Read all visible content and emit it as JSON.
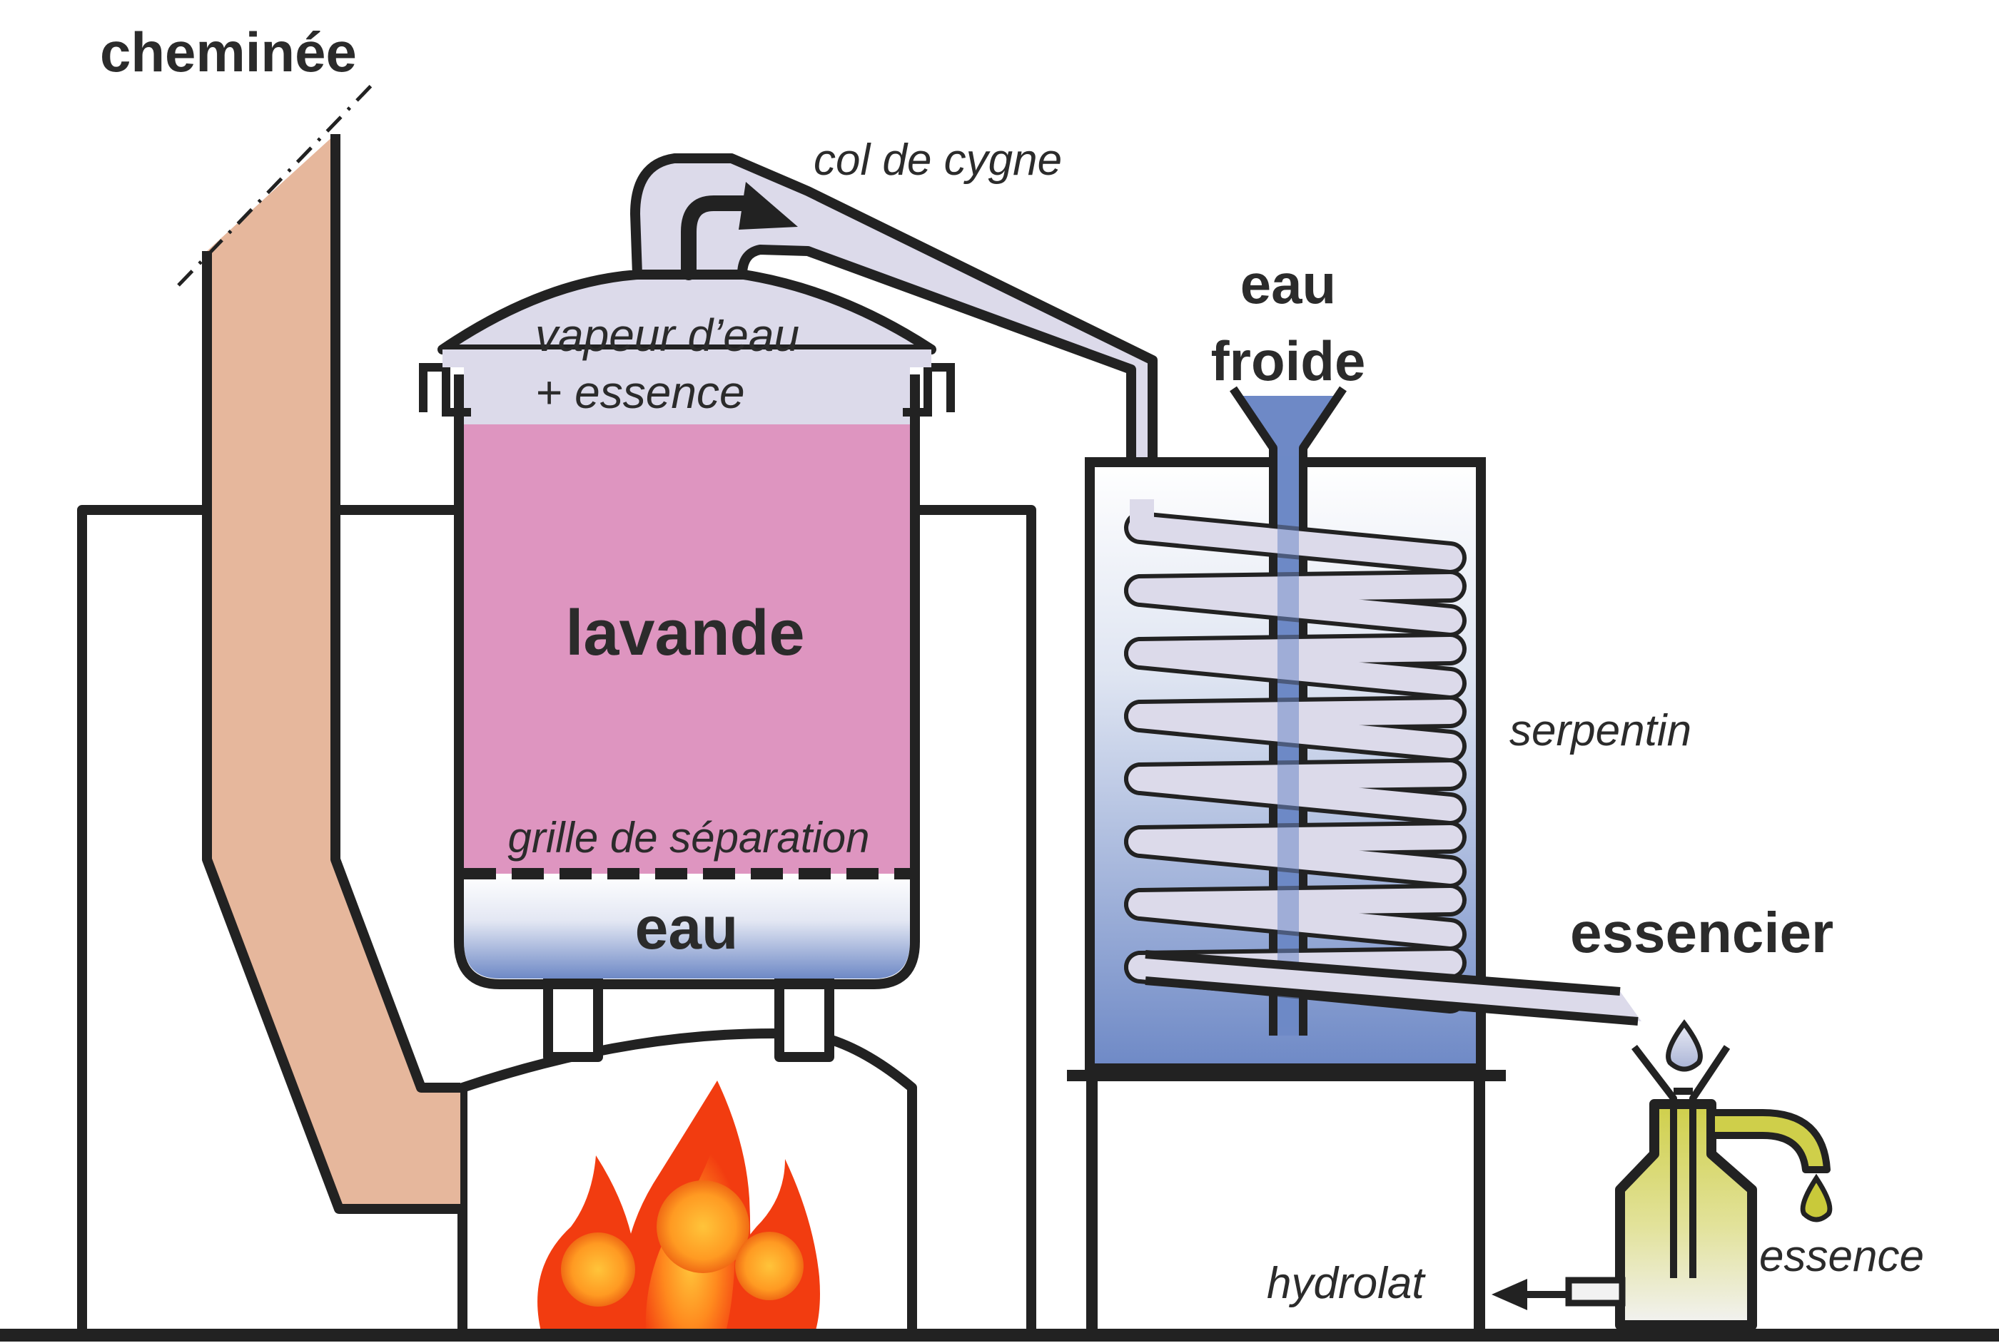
{
  "labels": {
    "chimney": "cheminée",
    "swan_neck": "col de cygne",
    "vapour_line1": "vapeur d’eau",
    "vapour_line2": "+ essence",
    "cold_water_line1": "eau",
    "cold_water_line2": "froide",
    "lavender": "lavande",
    "separation_grid": "grille de séparation",
    "water": "eau",
    "coil": "serpentin",
    "separator": "essencier",
    "essential_oil": "essence",
    "hydrosol": "hydrolat"
  },
  "colors": {
    "outline": "#222222",
    "chimney": "#e6b79c",
    "lavender": "#de95c0",
    "vapour": "#dcdaea",
    "water_top": "#ffffff",
    "water_bottom": "#6e89c6",
    "condenser_top": "#ffffff",
    "condenser_bottom": "#6e89c6",
    "cold_water_pipe": "#6e89c6",
    "separator_top": "#cfcf4a",
    "separator_bottom": "#eeeeee",
    "oil_drop": "#c9c93a",
    "water_drop": "#c5cbe3",
    "flame_outer": "#f23c10",
    "flame_mid": "#ff7a1a",
    "flame_core": "#ffc43a"
  },
  "icons": {
    "fire": "flame-icon",
    "vapour_flow": "curved-arrow-icon",
    "outflow": "left-arrow-icon"
  }
}
